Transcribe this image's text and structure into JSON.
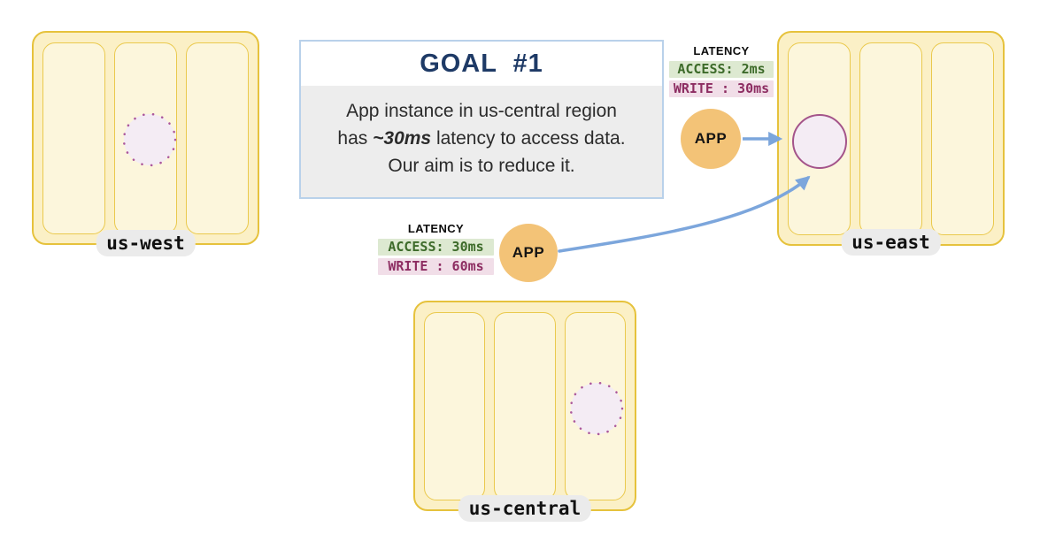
{
  "goal": {
    "title": "GOAL  #1",
    "line1": "App instance in us-central region",
    "line2_pre": "has ",
    "line2_em": "~30ms",
    "line2_post": " latency to access data.",
    "line3": "Our aim is to reduce it."
  },
  "regions": [
    {
      "id": "us-west",
      "label": "us-west",
      "zones": 3,
      "database": "dotted-replica",
      "db_zone": 2
    },
    {
      "id": "us-east",
      "label": "us-east",
      "zones": 3,
      "database": "primary",
      "db_zone": 1
    },
    {
      "id": "us-central",
      "label": "us-central",
      "zones": 3,
      "database": "dotted-replica",
      "db_zone": 3
    }
  ],
  "latency_us_east": {
    "heading": "LATENCY",
    "access": "ACCESS: 2ms",
    "write": "WRITE : 30ms"
  },
  "latency_us_central": {
    "heading": "LATENCY",
    "access": "ACCESS: 30ms",
    "write": "WRITE : 60ms"
  },
  "labels": {
    "app": "APP"
  },
  "colors": {
    "region_fill": "#fbf0c6",
    "region_border": "#e6c23c",
    "zone_fill": "#fcf6dc",
    "zone_border": "#eac94d",
    "db_fill": "#f4ecf4",
    "db_dotted_stroke": "#ac589c",
    "db_solid_stroke": "#a4548a",
    "app_fill": "#f3c377",
    "arrow": "#7ca6dc",
    "goal_border": "#b9d1ea",
    "goal_title": "#1e3a66",
    "goal_body_bg": "#ededed",
    "chip_green_bg": "#dde9d1",
    "chip_green_text": "#3d6b2a",
    "chip_pink_bg": "#f1dee8",
    "chip_pink_text": "#8d2d62",
    "region_label_bg": "#ebebeb"
  }
}
